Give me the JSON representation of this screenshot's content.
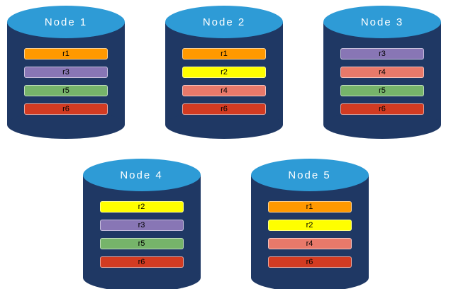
{
  "diagram": {
    "nodes": [
      {
        "label": "Node 1",
        "replicas": [
          "r1",
          "r3",
          "r5",
          "r6"
        ]
      },
      {
        "label": "Node 2",
        "replicas": [
          "r1",
          "r2",
          "r4",
          "r6"
        ]
      },
      {
        "label": "Node 3",
        "replicas": [
          "r3",
          "r4",
          "r5",
          "r6"
        ]
      },
      {
        "label": "Node 4",
        "replicas": [
          "r2",
          "r3",
          "r5",
          "r6"
        ]
      },
      {
        "label": "Node 5",
        "replicas": [
          "r1",
          "r2",
          "r4",
          "r6"
        ]
      }
    ],
    "colors": {
      "cylinder_body": "#1F3864",
      "cylinder_top": "#2E9BD6",
      "label_text": "#FFFFFF",
      "bar_text": "#000000",
      "replica": {
        "r1": "#FF9900",
        "r2": "#FFFF00",
        "r3": "#8876B5",
        "r4": "#E8796A",
        "r5": "#76B46A",
        "r6": "#D23B22"
      }
    }
  }
}
